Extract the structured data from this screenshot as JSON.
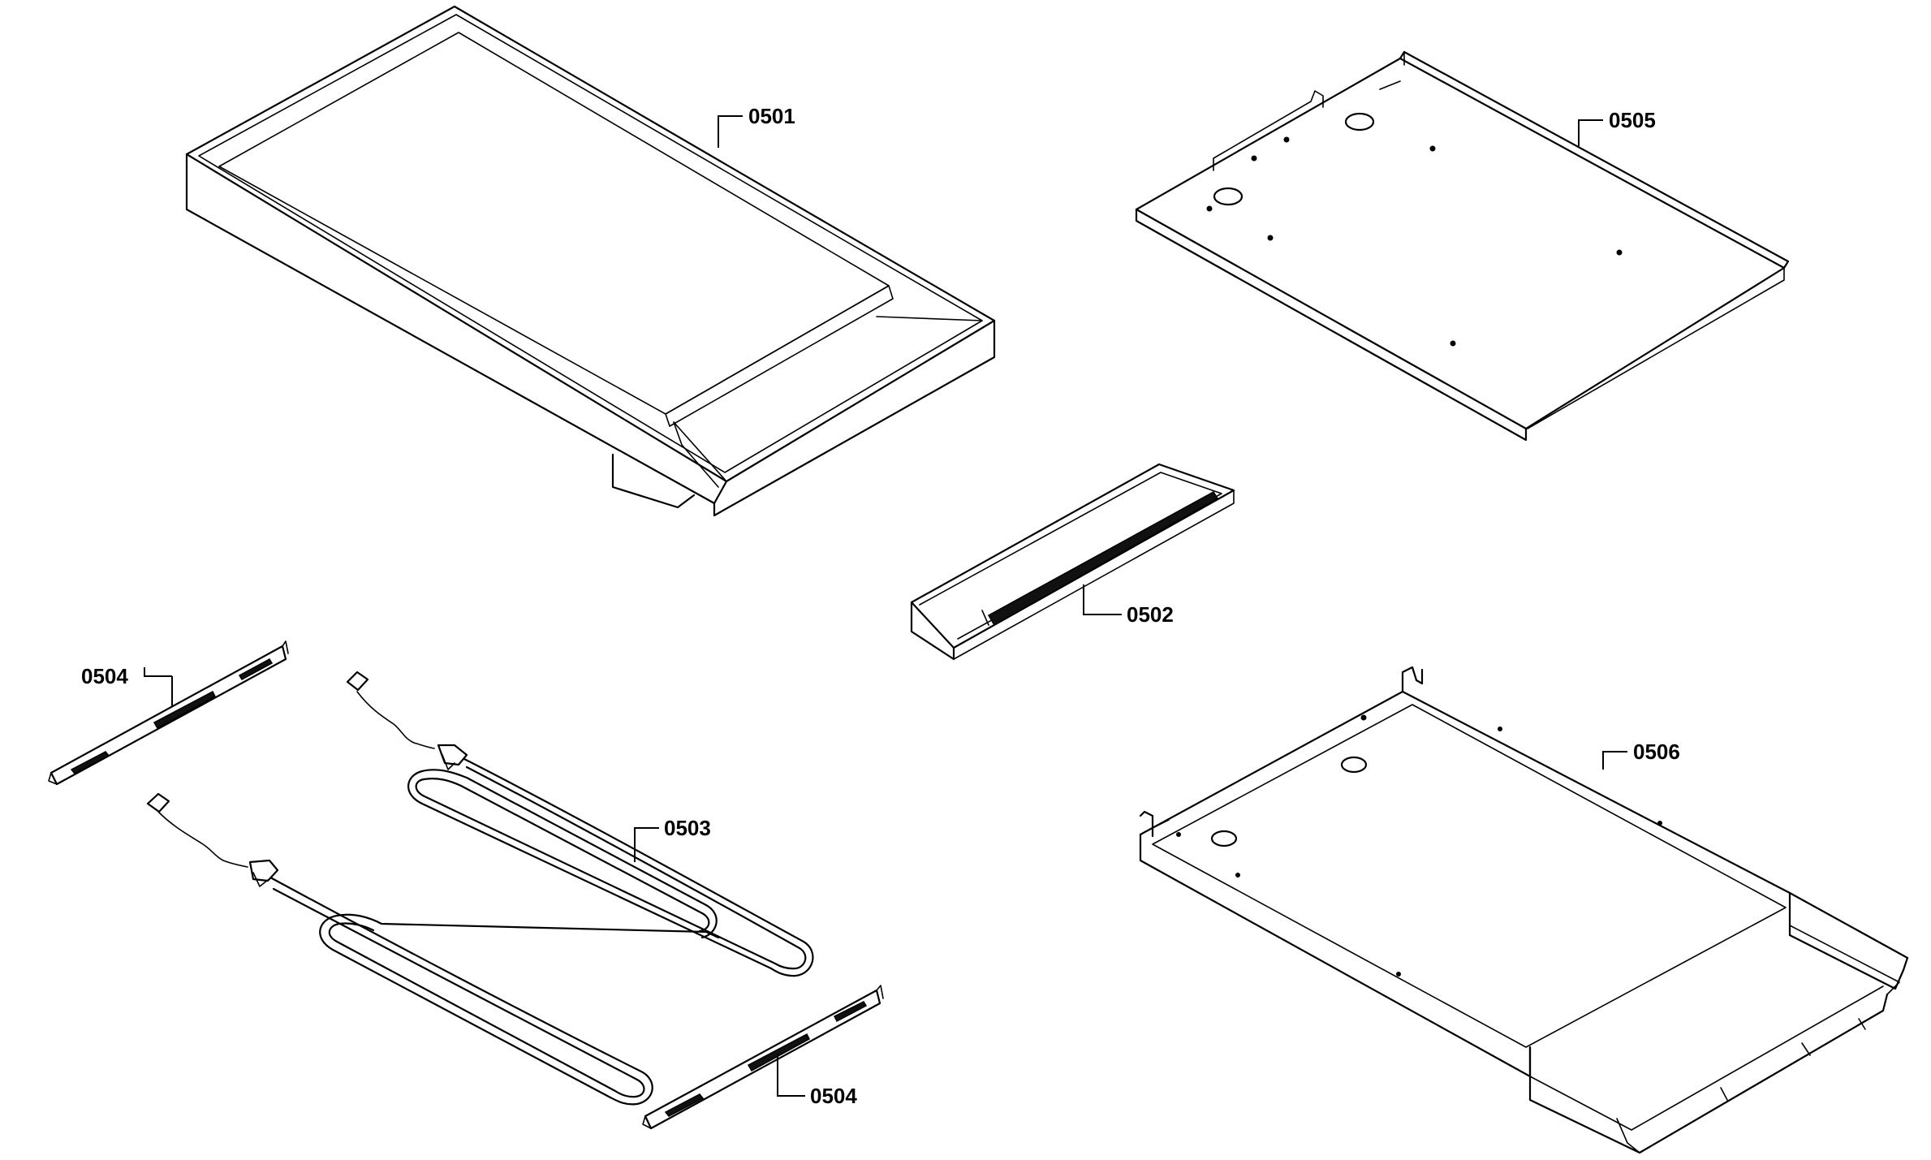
{
  "callouts": {
    "p0501": "0501",
    "p0502": "0502",
    "p0503": "0503",
    "p0504_top": "0504",
    "p0504_bottom": "0504",
    "p0505": "0505",
    "p0506": "0506"
  }
}
